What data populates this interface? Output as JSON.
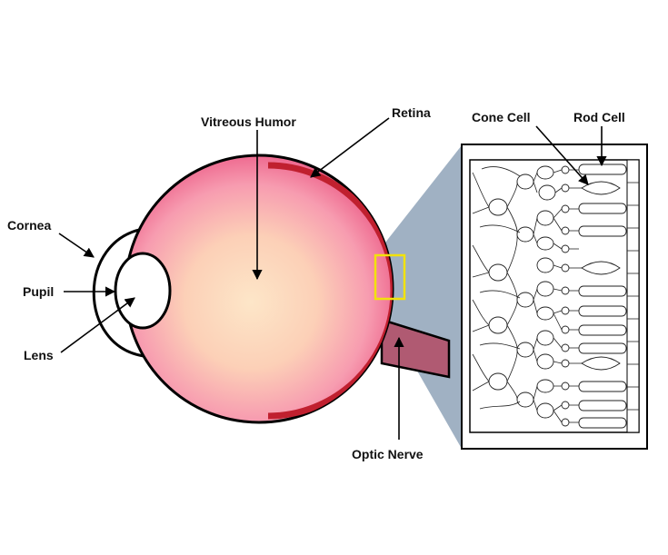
{
  "labels": {
    "cornea": "Cornea",
    "pupil": "Pupil",
    "lens": "Lens",
    "vitreous_humor": "Vitreous Humor",
    "retina": "Retina",
    "optic_nerve": "Optic Nerve",
    "cone_cell": "Cone Cell",
    "rod_cell": "Rod Cell"
  },
  "colors": {
    "eyeball_center": "#fde3c3",
    "eyeball_edge": "#f26d93",
    "retina": "#c0202f",
    "optic_nerve": "#b05a72",
    "zoom_wedge": "#8fa3b8",
    "highlight_box": "#f2e20a",
    "outline": "#000000"
  }
}
